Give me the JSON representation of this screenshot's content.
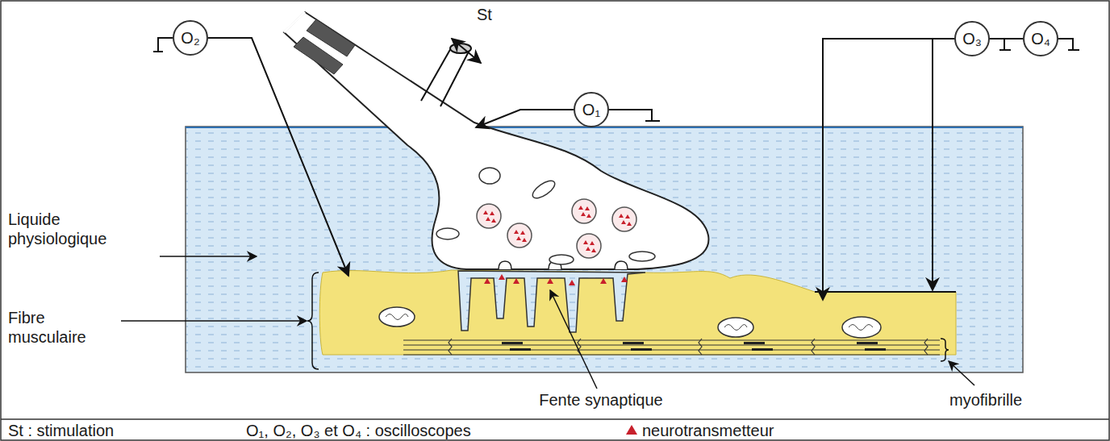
{
  "diagram": {
    "nodes": [
      {
        "text": [
          "O₂"
        ]
      },
      {
        "text": [
          "O₁"
        ]
      },
      {
        "text": [
          "O₃"
        ]
      },
      {
        "text": [
          "O₄"
        ]
      }
    ],
    "labels": [
      "St",
      "Liquide physiologique",
      "Fibre musculaire",
      "Fente synaptique",
      "myofibrille",
      "St : stimulation",
      "O₁, O₂, O₃ et O₄ : oscilloscopes"
    ],
    "legend": [
      {
        "text": "neurotransmetteur"
      }
    ]
  }
}
